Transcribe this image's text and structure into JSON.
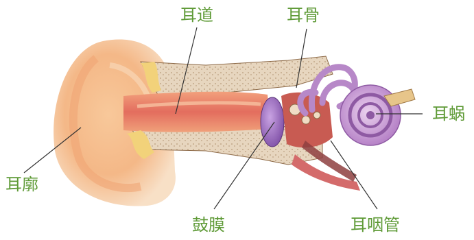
{
  "diagram": {
    "label_color": "#5e9a36",
    "leader_color": "#333333",
    "labels": {
      "ear_canal": "耳道",
      "ossicles": "耳骨",
      "cochlea": "耳蜗",
      "pinna": "耳廓",
      "eardrum": "鼓膜",
      "eustachian_tube": "耳咽管"
    }
  }
}
